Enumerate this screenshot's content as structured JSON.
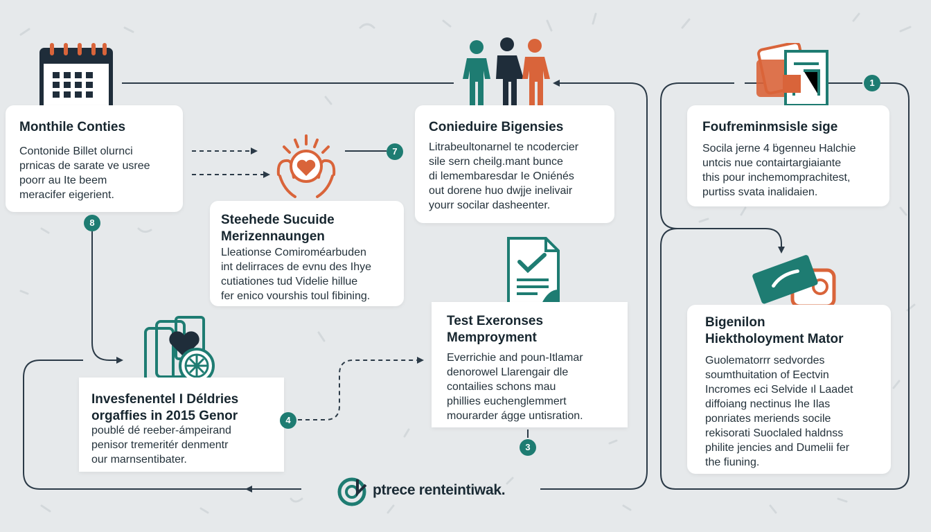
{
  "colors": {
    "teal": "#1e7c72",
    "orange": "#d9643a",
    "navy": "#1f2d3a",
    "line": "#2b3a47"
  },
  "cards": [
    {
      "id": "monthly",
      "title": "Monthile Conties",
      "body": "Contonide Billet olurnci\nprnicas de sarate ve usree\npoorr au Ite beem\nmeracifer eigerient."
    },
    {
      "id": "steehede",
      "title": "Steehede Sucuide\nMerizennaungen",
      "body": "Lleationse Comiroméarbuden\nint delirraces de evnu des Ihye\ncutiationes tud Videlie hillue\nfer enico vourshis toul fibining."
    },
    {
      "id": "conieduire",
      "title": "Conieduire Bigensies",
      "body": "Litrabeultonarnel te ncodercier\nsile sern cheilg.mant bunce\ndi lemembaresdar Ie Oniénés\nout dorene huo dwjje inelivair\nyourr socilar dasheenter."
    },
    {
      "id": "foufreminmsisle",
      "title": "Foufreminmsisle sige",
      "body": "Socila jerne 4 ḃgenneu Halchie\nuntcis nue contairtargiaiante\nthis pour inchemomprachitest,\npurtiss svata inalidaien."
    },
    {
      "id": "invesfenentel",
      "title": "Invesfenentel I Déldries\norgaffies in 2015 Genor",
      "body": "poublé dé reeber-ámpeirand\npenisor tremeritér denmentr\nour marnsentibater."
    },
    {
      "id": "test",
      "title": "Test Exeronses\nMemproyment",
      "body": "Everrichie and poun-Itlamar\ndenorowel Llarengair dle\ncontailies schons mau\nphillies euchenglemmert\nmourarder ágge untisration."
    },
    {
      "id": "bigenilon",
      "title": "Bigenilon\nHiektholoyment Mator",
      "body": "Guolematorrr sedvordes\nsoumthuitation of Eectvin\nIncromes eci Selvide ıl Laadet\ndiffoiang nectinus Ihe Ilas\nponriates meriends socile\nrekisorati Suoclaled haldnss\nphilite jencies and Dumelii fer\nthe fiuning."
    }
  ],
  "badges": {
    "b7": "7",
    "b8": "8",
    "b1": "1",
    "b4": "4",
    "b3": "3"
  },
  "footer": {
    "text": "ptrece renteintiwak."
  },
  "icons": [
    "calendar-icon",
    "heart-hands-icon",
    "people-group-icon",
    "checklist-document-icon",
    "folder-documents-icon",
    "heart-files-icon",
    "ticket-tag-icon",
    "footer-logo-icon"
  ]
}
